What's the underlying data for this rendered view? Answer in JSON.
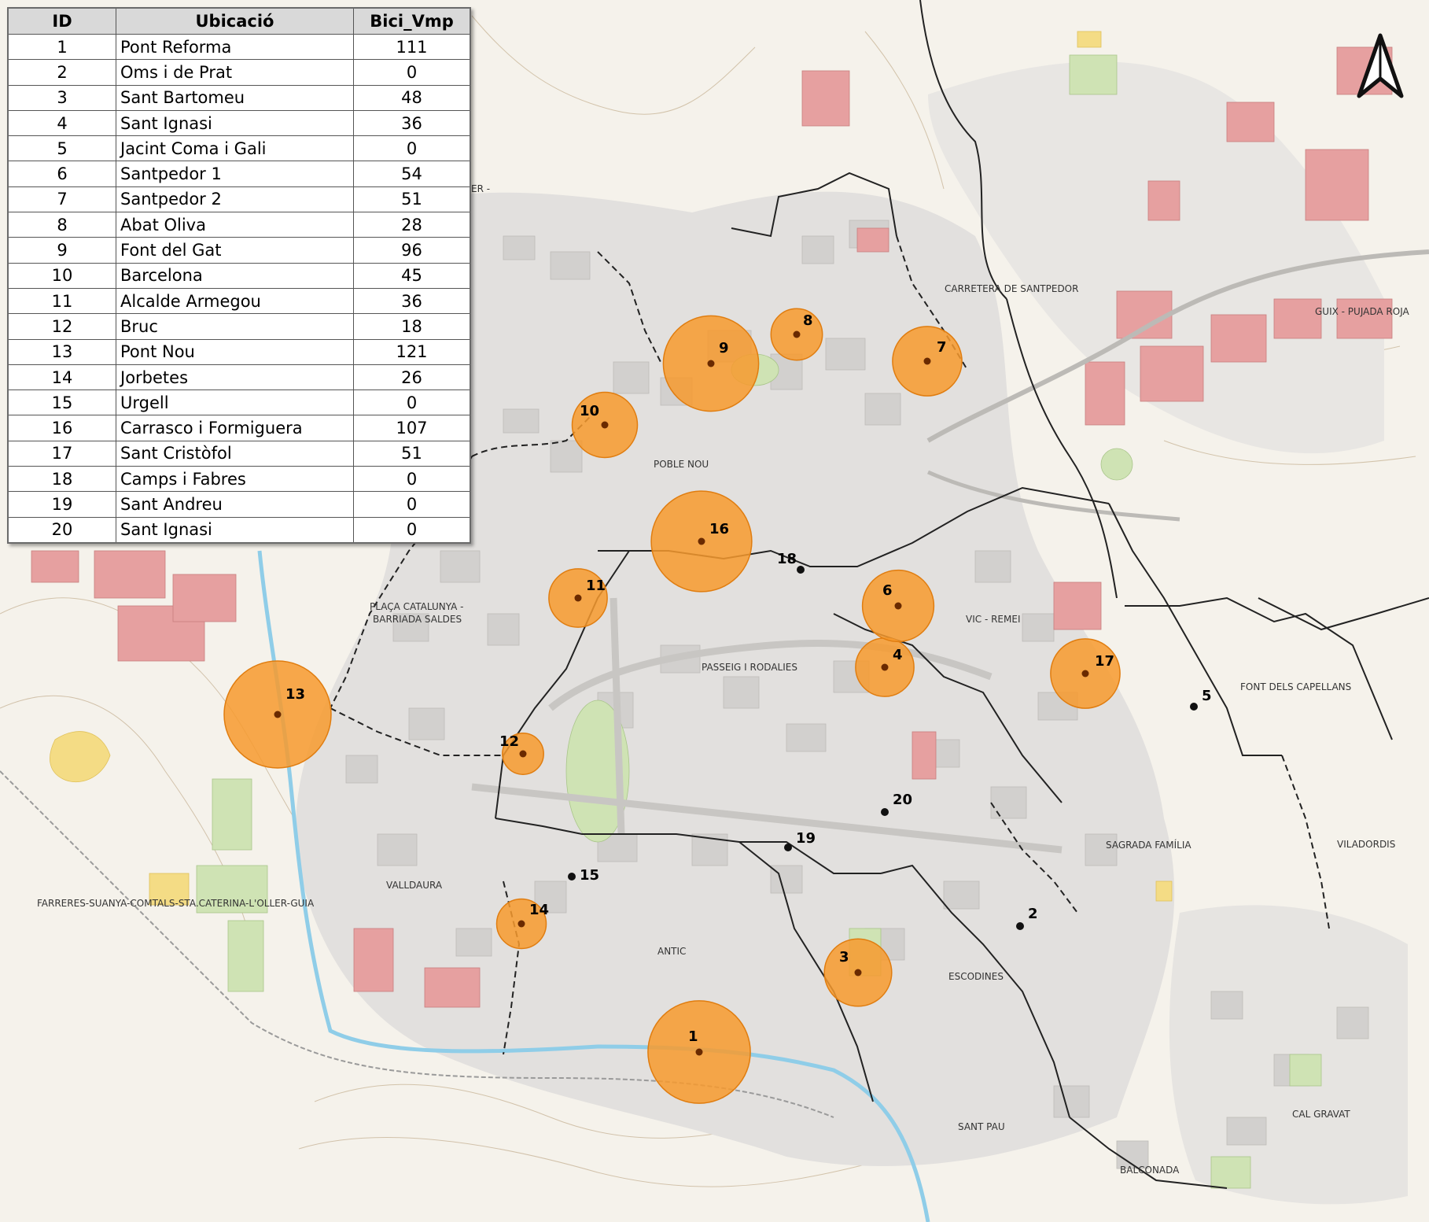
{
  "table": {
    "headers": [
      "ID",
      "Ubicació",
      "Bici_Vmp"
    ],
    "rows": [
      {
        "id": "1",
        "location": "Pont Reforma",
        "value": "111"
      },
      {
        "id": "2",
        "location": "Oms i de Prat",
        "value": "0"
      },
      {
        "id": "3",
        "location": "Sant Bartomeu",
        "value": "48"
      },
      {
        "id": "4",
        "location": "Sant Ignasi",
        "value": "36"
      },
      {
        "id": "5",
        "location": "Jacint Coma i Gali",
        "value": "0"
      },
      {
        "id": "6",
        "location": "Santpedor 1",
        "value": "54"
      },
      {
        "id": "7",
        "location": "Santpedor 2",
        "value": "51"
      },
      {
        "id": "8",
        "location": "Abat Oliva",
        "value": "28"
      },
      {
        "id": "9",
        "location": "Font del Gat",
        "value": "96"
      },
      {
        "id": "10",
        "location": "Barcelona",
        "value": "45"
      },
      {
        "id": "11",
        "location": "Alcalde Armegou",
        "value": "36"
      },
      {
        "id": "12",
        "location": "Bruc",
        "value": "18"
      },
      {
        "id": "13",
        "location": "Pont Nou",
        "value": "121"
      },
      {
        "id": "14",
        "location": "Jorbetes",
        "value": "26"
      },
      {
        "id": "15",
        "location": "Urgell",
        "value": "0"
      },
      {
        "id": "16",
        "location": "Carrasco i Formiguera",
        "value": "107"
      },
      {
        "id": "17",
        "location": "Sant Cristòfol",
        "value": "51"
      },
      {
        "id": "18",
        "location": "Camps i Fabres",
        "value": "0"
      },
      {
        "id": "19",
        "location": "Sant Andreu",
        "value": "0"
      },
      {
        "id": "20",
        "location": "Sant Ignasi",
        "value": "0"
      }
    ]
  },
  "districts": [
    "CARRETERA DE SANTPEDOR",
    "GUIX - PUJADA ROJA",
    "POBLE NOU",
    "PLAÇA CATALUNYA -",
    "BARRIADA SALDES",
    "PASSEIG I RODALIES",
    "VIC - REMEI",
    "FONT DELS CAPELLANS",
    "SAGRADA FAMÍLIA",
    "VILADORDIS",
    "VALLDAURA",
    "FARRERES-SUANYA-COMTALS-STA.CATERINA-L'OLLER-GUIA",
    "ANTIC",
    "ESCODINES",
    "SANT PAU",
    "CAL GRAVAT",
    "BALCONADA",
    "ER -"
  ],
  "colors": {
    "circle_fill": "#f79a2e",
    "circle_stroke": "#e07d10",
    "dot": "#111111",
    "background": "#f4f1ea",
    "block": "#d9d9d9",
    "industrial": "#e6a2a2",
    "green": "#cfe3b4"
  },
  "icons": {
    "north": "north-arrow-icon"
  }
}
